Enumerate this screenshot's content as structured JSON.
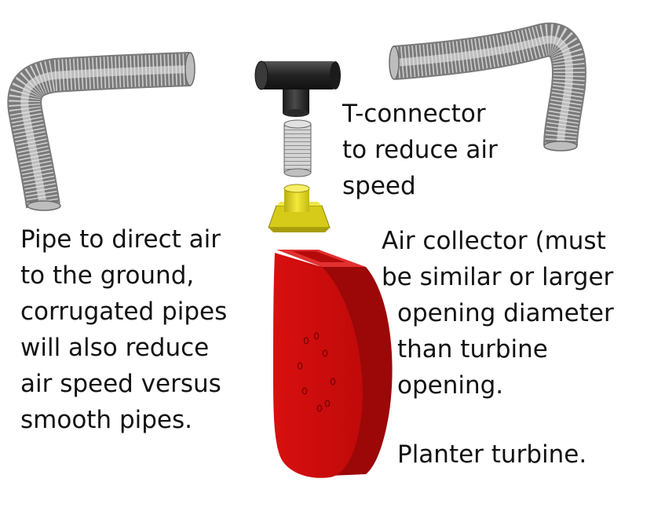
{
  "labels": {
    "t_connector": [
      "T-connector",
      "to reduce air",
      "speed"
    ],
    "pipe": [
      "Pipe to direct air",
      "to the ground,",
      "corrugated pipes",
      "will also reduce",
      "air speed versus",
      "smooth pipes."
    ],
    "collector": [
      "Air collector (must",
      "be similar or larger",
      "opening diameter",
      "than turbine",
      "opening."
    ],
    "turbine": [
      "Planter turbine."
    ]
  },
  "colors": {
    "pipe_gray": "#a8a8a8",
    "connector_black": "#2a2a2a",
    "collector_yellow": "#e8dc1c",
    "turbine_red": "#d40d0d"
  },
  "icons": [
    "corrugated-pipe-left",
    "corrugated-pipe-right",
    "t-connector",
    "corrugated-coupler",
    "air-collector",
    "planter-turbine"
  ]
}
